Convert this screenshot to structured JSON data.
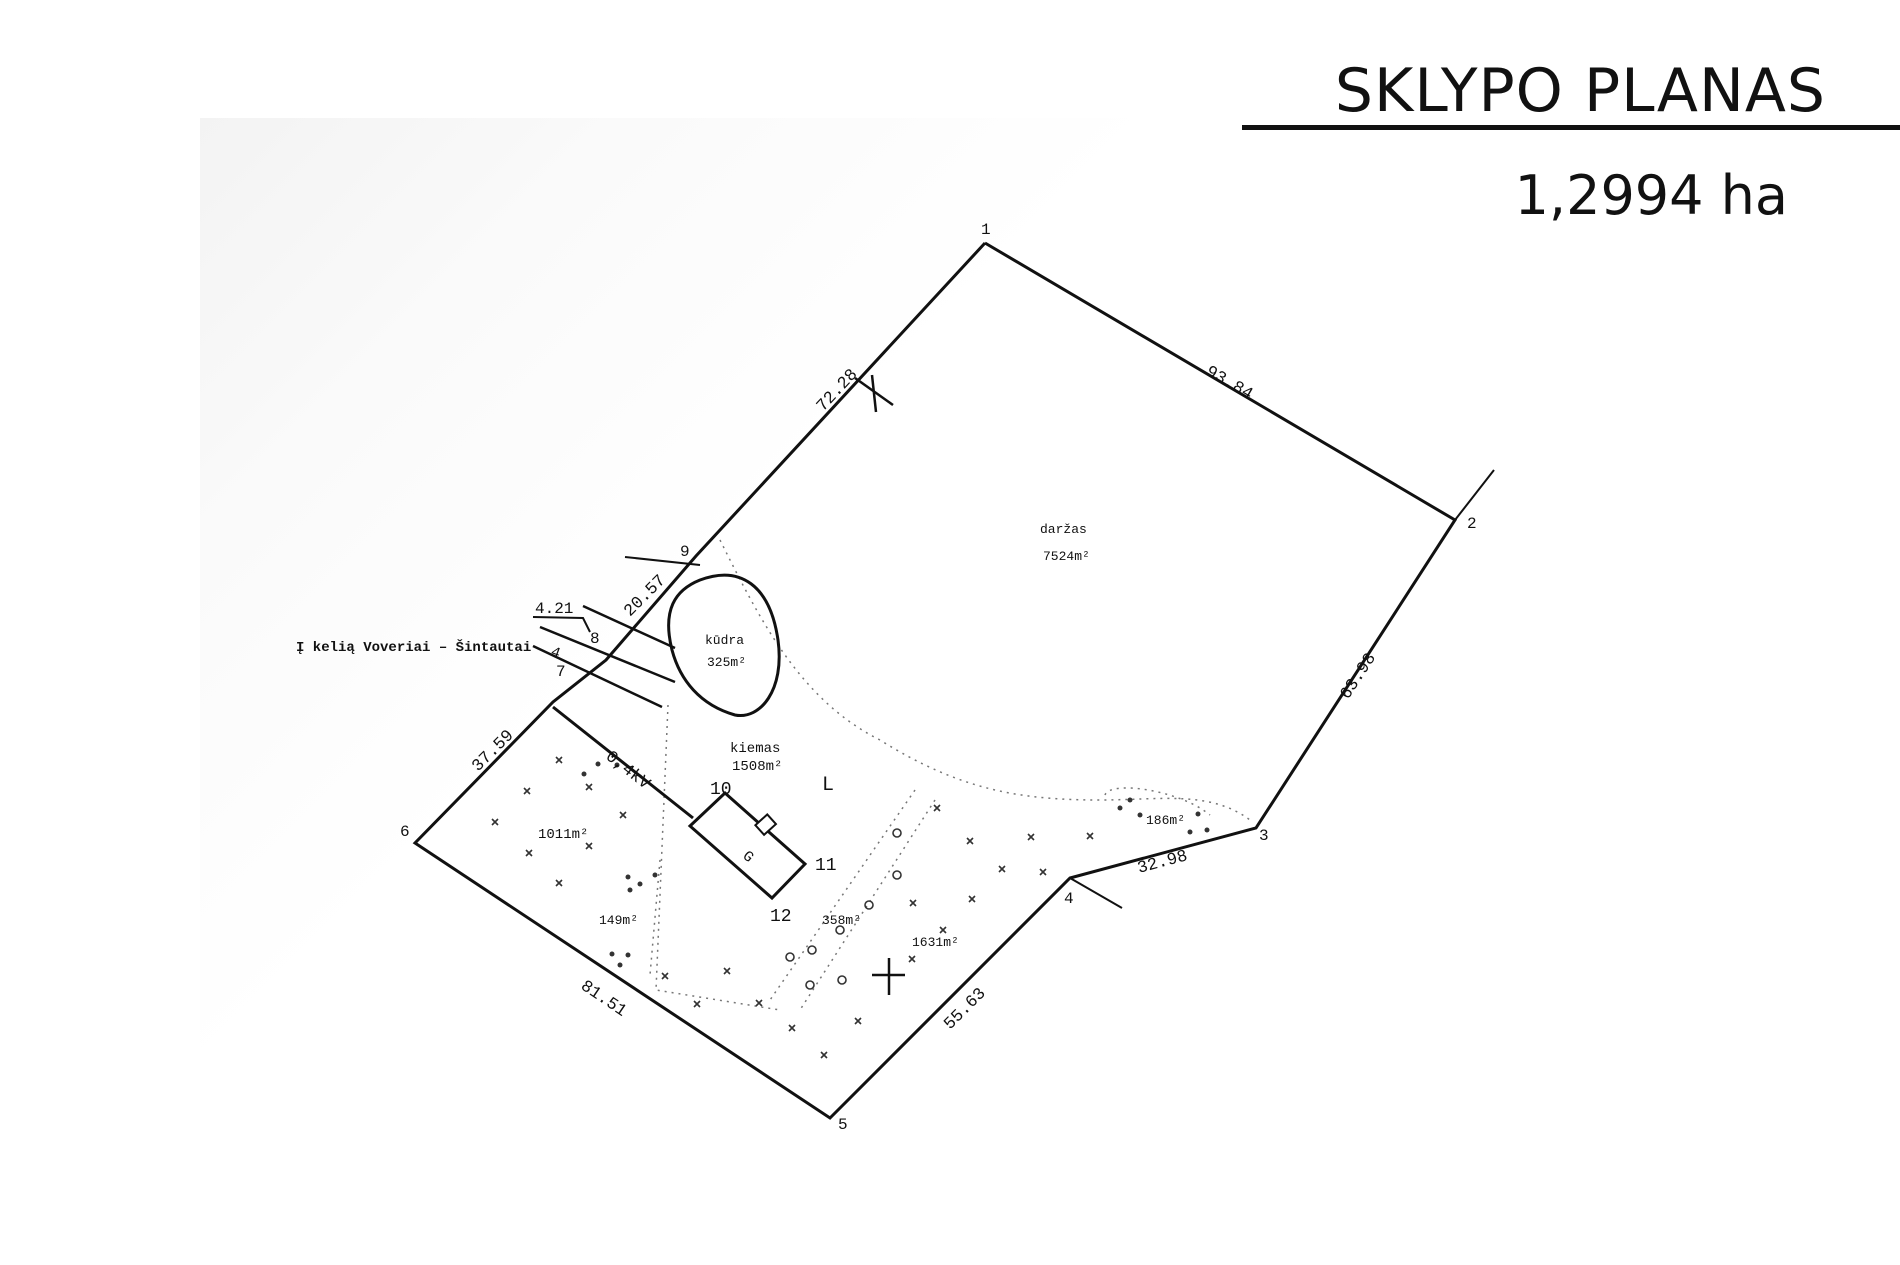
{
  "header": {
    "title": "SKLYPO PLANAS",
    "area": "1,2994 ha"
  },
  "points": [
    "1",
    "2",
    "3",
    "4",
    "5",
    "6",
    "7",
    "8",
    "9",
    "10",
    "11",
    "12"
  ],
  "edges": [
    "93.84",
    "63.98",
    "32.98",
    "55.63",
    "81.51",
    "37.59",
    "20.57",
    "72.28",
    "4.21",
    "4"
  ],
  "zones": {
    "darzas": {
      "name": "daržas",
      "area": "7524m²"
    },
    "kudra": {
      "name": "kūdra",
      "area": "325m²"
    },
    "kiemas": {
      "name": "kiemas",
      "area": "1508m²"
    },
    "zone_1011": {
      "area": "1011m²"
    },
    "zone_149": {
      "area": "149m²"
    },
    "zone_358": {
      "area": "358m²"
    },
    "zone_1631": {
      "area": "1631m²"
    },
    "zone_186": {
      "area": "186m²"
    }
  },
  "road_label": "Į kelią Voveriai – Šintautai",
  "power_line_label": "0,4kV",
  "building_label": "G",
  "misc_label": "L"
}
